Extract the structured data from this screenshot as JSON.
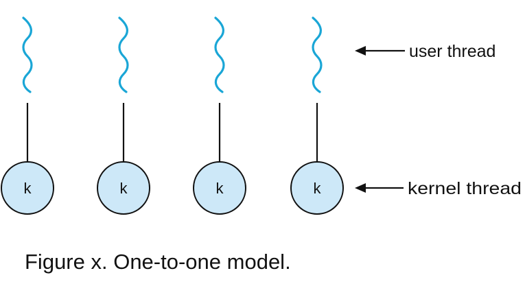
{
  "labels": {
    "user_thread": "user thread",
    "kernel_thread": "kernel thread"
  },
  "threads": [
    {
      "kernel_label": "k"
    },
    {
      "kernel_label": "k"
    },
    {
      "kernel_label": "k"
    },
    {
      "kernel_label": "k"
    }
  ],
  "caption": "Figure x. One-to-one model.",
  "colors": {
    "user_thread": "#1aa6d6",
    "kernel_fill": "#cde8f8",
    "line": "#111111"
  }
}
